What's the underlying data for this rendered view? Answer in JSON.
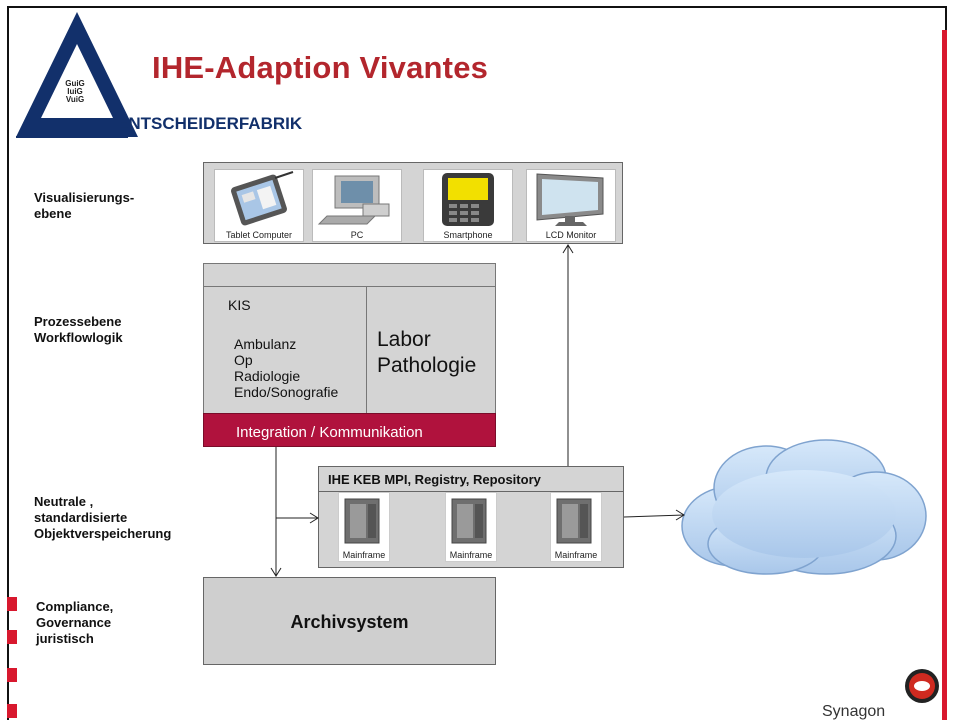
{
  "header": {
    "title": "IHE-Adaption Vivantes",
    "brand": "ENTSCHEIDERFABRIK",
    "logo_lines": [
      "GuiG",
      "IuiG",
      "VuiG"
    ],
    "footer_logo": "Synagon"
  },
  "rows": {
    "visualisierung": "Visualisierungs-\nebene",
    "prozess": "Prozessebene\nWorkflowlogik",
    "neutrale": "Neutrale ,\nstandardisierte\nObjektverspeicherung",
    "compliance": "Compliance,\nGovernance\njuristisch"
  },
  "devices": [
    {
      "label": "Tablet Computer",
      "icon": "tablet-icon"
    },
    {
      "label": "PC",
      "icon": "pc-icon"
    },
    {
      "label": "Smartphone",
      "icon": "smartphone-icon"
    },
    {
      "label": "LCD Monitor",
      "icon": "monitor-icon"
    }
  ],
  "kis": {
    "title": "KIS",
    "items": [
      "Ambulanz",
      "Op",
      "Radiologie",
      "Endo/Sonografie"
    ],
    "right_lines": [
      "Labor",
      "Pathologie"
    ],
    "integration": "Integration / Kommunikation"
  },
  "ihe": {
    "title": "IHE KEB MPI, Registry, Repository",
    "servers": [
      "Mainframe",
      "Mainframe",
      "Mainframe"
    ]
  },
  "archive": "Archivsystem",
  "colors": {
    "title": "#b3262d",
    "brand": "#12306b",
    "integration": "#b0123d",
    "box": "#d4d4d4",
    "cloud": "#bcd6f2"
  }
}
